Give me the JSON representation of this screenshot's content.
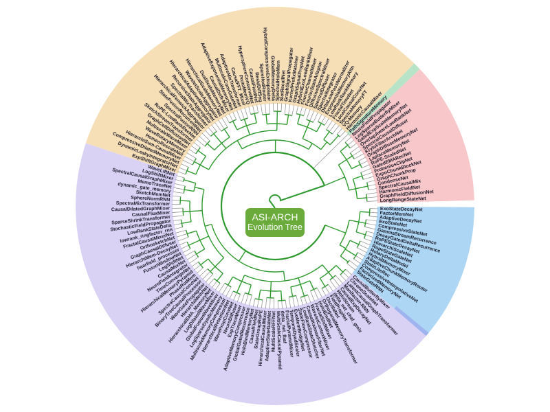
{
  "title": {
    "line1": "ASI-ARCH",
    "line2": "Evolution Tree"
  },
  "colors": {
    "tree": "#2e9a2e",
    "leaf_line": "#8a8a8a",
    "strip": "#9fb3ee",
    "separator": "#c9b3b3"
  },
  "sectors": [
    {
      "name": "blue",
      "color": "#acd6f3",
      "labels": [
        "ExoStateDecayNet",
        "FactorMemNet",
        "AdaptiveDecayNet",
        "ExoStateNet",
        "CompressiveStateNet",
        "GammaStreamRecurrence",
        "DecayGatedDeltaRecurrence",
        "RoPEStateDecayNet",
        "HierarchiScaleNet",
        "RopeStateGateNet",
        "RotaryDeltaModel",
        "HybridMemoryMixer",
        "AdaptiveChunkMemoryRouter",
        "StateLiteRec",
        "CompressiveInterpolativeNet",
        "FactorizedMemoryNet",
        "StateGateRNN"
      ]
    },
    {
      "name": "purple",
      "color": "#d9d2f5",
      "labels": [
        "CausalButterflyMixer",
        "ChronoScaleNet",
        "LatentCausalGraphTransformer",
        "Manifactor-RNN",
        "CausalExpDecayNet",
        "HoloStream",
        "delta_net_chaf_gmix",
        "FieldPropNet",
        "OscillaNet",
        "OrthogonalMemoryTransformer",
        "HoloBindNet",
        "FractalShiftMixer",
        "WaveletContextMixer",
        "CausalKalmanFilterNet",
        "LowRankStateSketcher",
        "StateFlowCompressor",
        "EvoMemBridgeNet",
        "TemporalDyadScaler",
        "FractalPyramidMixer",
        "delta_net_fbaf",
        "MultiScaleCausalPyramid",
        "MultiScaleRFFNet",
        "AdaptiveStateGateNet",
        "HierarchicalCausalMixer",
        "StateGroupRoPE",
        "CausalFieldNet",
        "HoloBindMemoryNet",
        "GlobalGatedRecurrence",
        "AdaptiveMemoryCompressor",
        "ExpTraceMixer",
        "NeuroDiffuser",
        "WavePropConvNet",
        "HierarchicalRetentionNet",
        "MultiscaleMemoryCompressor",
        "LogSparseDyadicMemory",
        "GlobalFusionWaveMixer",
        "LogDilatedWaveMixer",
        "HierarchicalEMA_MemoryNet",
        "HierarchiMemNet",
        "WaveGatePropagator",
        "BinaryTreeCausalProcessor",
        "SpectraCausalConvNet",
        "PhaseRotMem",
        "HierarchicalMemoryPyramid",
        "TimeConvergeNet",
        "NeuroFieldIntegrator",
        "CausalMixNet",
        "LogShiftNet",
        "FusionWindowNet",
        "haarfield_processor",
        "HierarchiMem-DecayNet",
        "GraphCausalDiffuser",
        "OrthosketchNet",
        "FractalCausalMixerNet",
        "lowrank_ringfactor_rnn",
        "LowRankStateDelta",
        "StochasticFieldPropagator",
        "SparseShrinkTransformer",
        "CausalFluxMixer",
        "CausalDilatedGraphMixer",
        "SpectraMixTransformer",
        "SphereNormRNN",
        "SketchMemNet",
        "dynamic_gate_memory",
        "MemoTraceNet",
        "SpectralCausalGraphMixer",
        "LogShiftMixer",
        "WaveLiftNet"
      ]
    },
    {
      "name": "orange",
      "color": "#f6dfb7",
      "labels": [
        "ExpShiftGraphMixer",
        "DynamicLeakyIntegratorNet",
        "CompressiveDilatedMemoryNet",
        "HierarchiSum-CausalMixer",
        "HomeoRescaleNet",
        "WaveRotaryMemory",
        "MultiscaleWaveMixer",
        "GraphCellDiffusionNet",
        "SketchStreamTransformer",
        "RoPE-LowRankRecNet",
        "SpectralFusionRNN",
        "StateFusionRecurrentNet",
        "HierarchicalFenwickAggregator",
        "SpectralMixTransformer",
        "RecursiveStateAggregator",
        "HierarchicalAdaptiveMemoryNet",
        "WaveletScaleAggregator",
        "HierarchicalScaleMemoryNet",
        "DualScaleMemoryNet",
        "CausalDrift-Mixer",
        "AdaptiveExponentialMemoryNet",
        "MultiscaleConvGateNet",
        "AdaptiveMixTransformer",
        "CausalFFT_Mixer",
        "ProtoMemVQ",
        "HypersphereConserveNet",
        "CausalFieldNet",
        "ResidDiffSeg",
        "SpareHodRouter",
        "HybridCompressiveExtrapolator",
        "GlobalMemoryDelta",
        "SpectralHoloMem",
        "SlotRecallNet",
        "GraphSignalPropagator",
        "KernelPrefixMatcher",
        "GraphSignalPropNet",
        "HybridExoLowRankMixer",
        "FourierChannelMixer",
        "FourierStateAdaptor",
        "DiffusiveSpectralMixer",
        "SpectralDiffuser",
        "SpectralIntegrator",
        "DeltaLowPassNormalizer",
        "ExponentialMemoryAttn",
        "LowRankRankMemory",
        "FractalTimeNet",
        "LocalCausalConvNet",
        "SpectraMemoryFT",
        "VQ-Memory",
        "HarmonicCausalMixer"
      ]
    },
    {
      "name": "green",
      "color": "#b7e3c6",
      "labels": [
        "PathSignatureMemory"
      ]
    },
    {
      "name": "pink",
      "color": "#f7c7ca",
      "labels": [
        "NeuroFieldPropagator",
        "LogSparseButterflyMixer",
        "GatedExpScaleMemoryNet",
        "OverlapAwareLowRankNet",
        "SpectralCausalDiffuser",
        "KryloFilterArchNet",
        "GraphDiffuseMemoryNet",
        "LaplaceMemoryNet",
        "RoPE-ScaledNet",
        "GatedEMARecNet",
        "FrobeniusClipNet",
        "ExpoChunkBlockNet",
        "GraphChunkProp",
        "CondenseNet",
        "SpectralCausalMix",
        "HarmonicFieldNet",
        "GraphFieldDiffusionNet",
        "LongRangeStateNet"
      ]
    }
  ]
}
